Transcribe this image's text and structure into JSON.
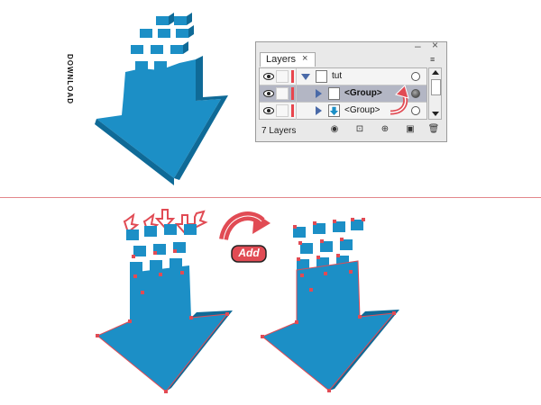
{
  "colors": {
    "arrow_blue": "#1c8fc6",
    "arrow_dark": "#0f6a97",
    "selection_red": "#e14b54",
    "divider": "#e3878b",
    "panel_bg": "#e9e9e9"
  },
  "top_art": {
    "rotated_text": "DOWNLOAD"
  },
  "layers_panel": {
    "tab_label": "Layers",
    "tab_close_icon": "×",
    "minimize_icon": "–",
    "close_icon": "×",
    "menu_icon": "≡",
    "rows": [
      {
        "label": "tut",
        "expanded": true,
        "selected": false,
        "target": "hollow"
      },
      {
        "label": "<Group>",
        "expanded": false,
        "selected": true,
        "target": "filled"
      },
      {
        "label": "<Group>",
        "expanded": false,
        "selected": false,
        "target": "hollow"
      }
    ],
    "footer_count": "7 Layers"
  },
  "badge": {
    "label": "Add"
  },
  "icons": [
    "eye-icon",
    "disclosure-triangle-icon",
    "target-circle-icon",
    "curved-arrow-icon",
    "trash-icon",
    "new-layer-icon",
    "scroll-up-icon",
    "scroll-down-icon"
  ]
}
